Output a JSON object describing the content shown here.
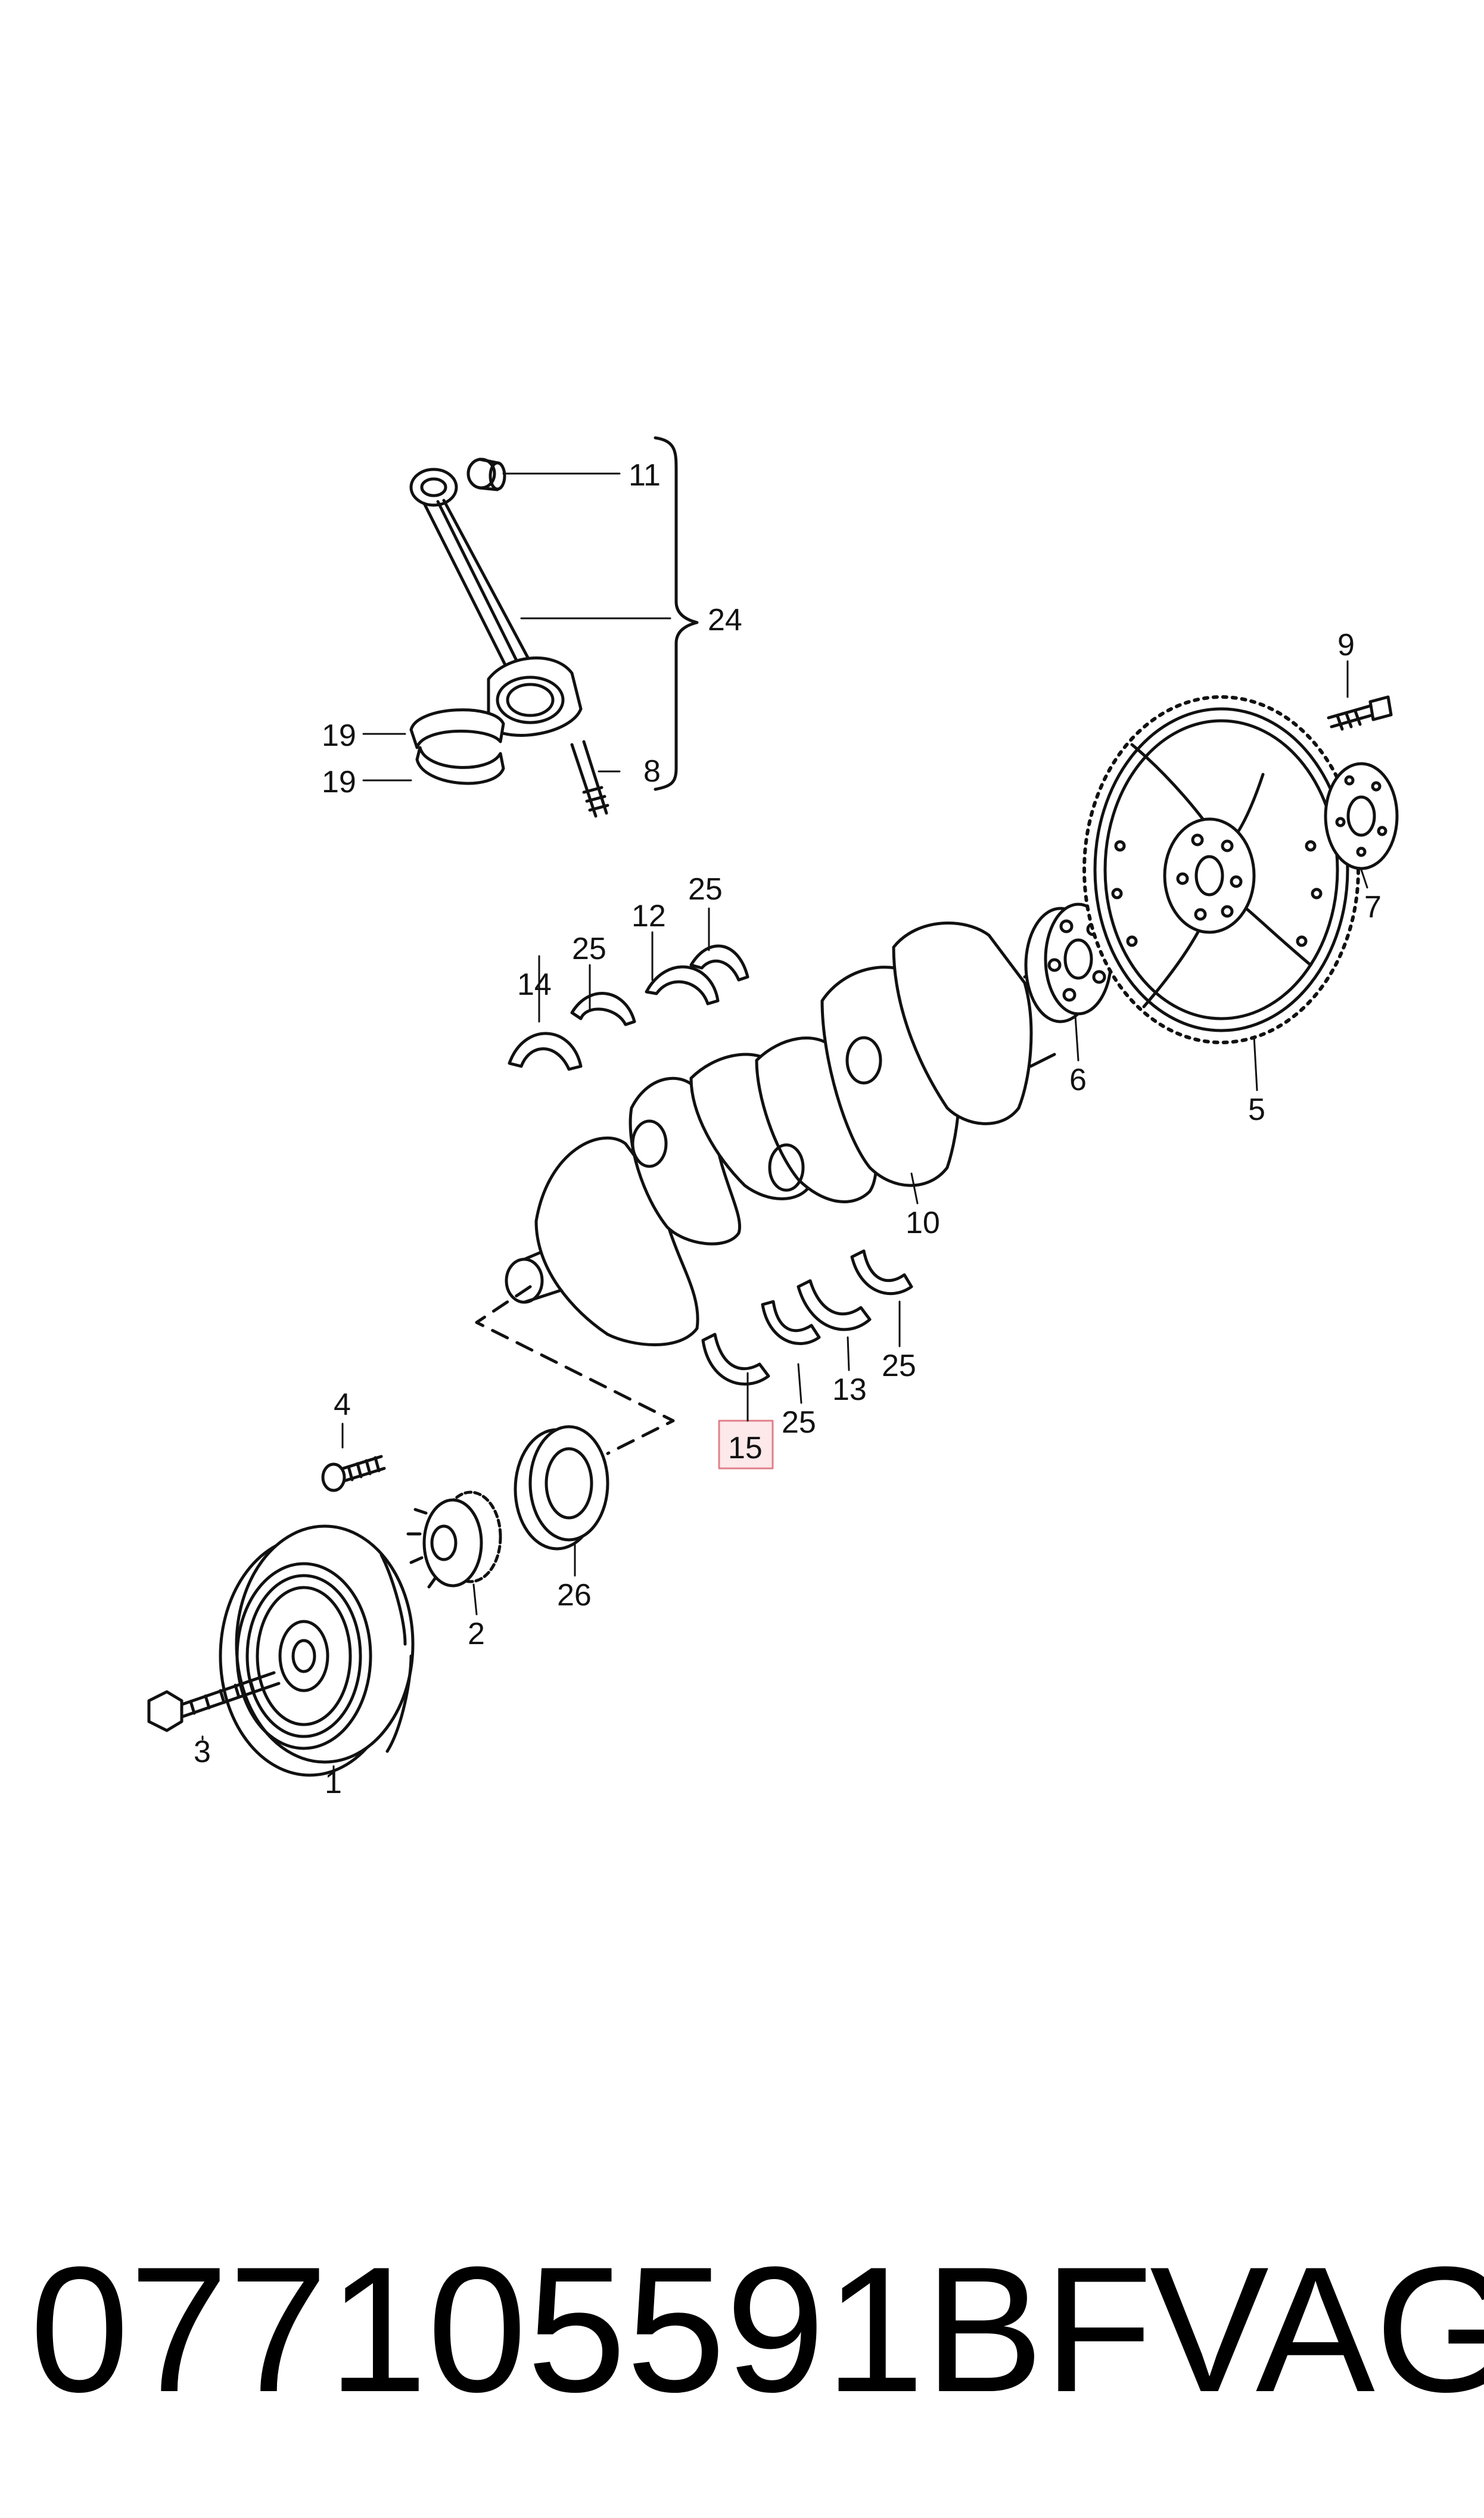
{
  "callouts": {
    "c1": "1",
    "c2": "2",
    "c3": "3",
    "c4": "4",
    "c5": "5",
    "c6": "6",
    "c7": "7",
    "c8": "8",
    "c9": "9",
    "c10": "10",
    "c11": "11",
    "c12": "12",
    "c13": "13",
    "c14": "14",
    "c15": "15",
    "c19a": "19",
    "c19b": "19",
    "c24": "24",
    "c25a": "25",
    "c25b": "25",
    "c25c": "25",
    "c25d": "25",
    "c26": "26"
  },
  "highlight": {
    "part": "15",
    "color": "#e0808a",
    "fill": "#fde8ea"
  },
  "footer": {
    "part_number": "077105591BF",
    "brand": "VAG"
  }
}
